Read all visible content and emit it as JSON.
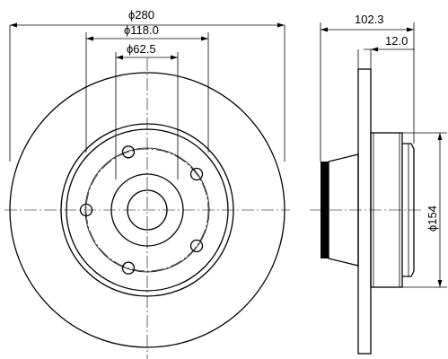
{
  "drawing": {
    "front_view": {
      "dimensions": {
        "outer_diameter": "ϕ280",
        "bolt_circle_diameter": "ϕ118.0",
        "center_bore_diameter": "ϕ62.5"
      },
      "bolt_hole_count": 5
    },
    "side_view": {
      "dimensions": {
        "overall_width": "102.3",
        "disc_thickness": "12.0",
        "hub_diameter": "ϕ154"
      }
    }
  }
}
